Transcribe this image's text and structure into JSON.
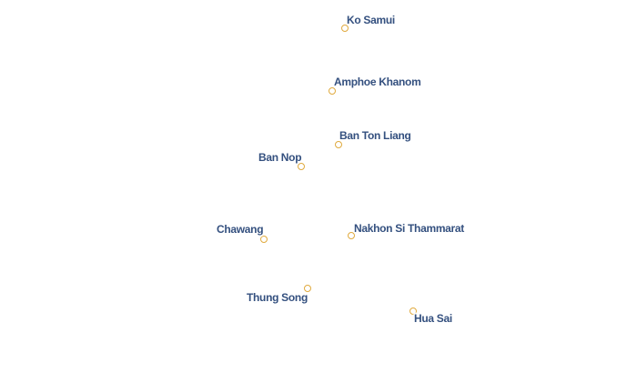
{
  "map": {
    "marker_color": "#e0aa3e",
    "label_color": "#34507f",
    "places": [
      {
        "name": "Ko Samui"
      },
      {
        "name": "Amphoe Khanom"
      },
      {
        "name": "Ban Ton Liang"
      },
      {
        "name": "Ban Nop"
      },
      {
        "name": "Chawang"
      },
      {
        "name": "Nakhon Si Thammarat"
      },
      {
        "name": "Thung Song"
      },
      {
        "name": "Hua Sai"
      }
    ]
  }
}
